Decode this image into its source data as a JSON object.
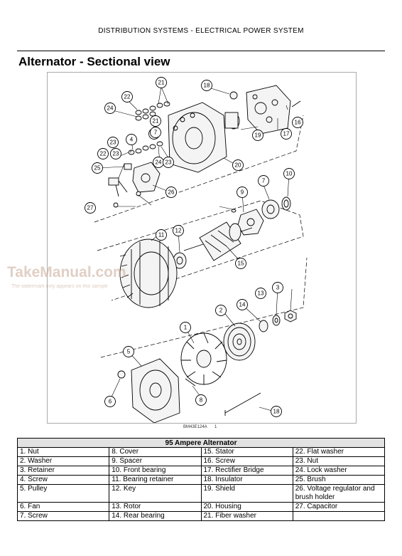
{
  "header": "DISTRIBUTION SYSTEMS - ELECTRICAL POWER SYSTEM",
  "title": "Alternator - Sectional view",
  "watermark": "TakeManual.com",
  "watermark_sub": "The watermark only appears on this sample",
  "figure_code": "BM43E124A",
  "figure_number": "1",
  "callouts": [
    "21",
    "22",
    "24",
    "23",
    "18",
    "17",
    "16",
    "19",
    "20",
    "25",
    "26",
    "27",
    "7",
    "10",
    "9",
    "11",
    "12",
    "15",
    "14",
    "13",
    "3",
    "2",
    "1",
    "5",
    "6",
    "8",
    "18",
    "7",
    "4",
    "23",
    "22",
    "24",
    "23",
    "21",
    "23"
  ],
  "table": {
    "title": "95 Ampere Alternator",
    "rows": [
      [
        "1. Nut",
        "8. Cover",
        "15. Stator",
        "22. Flat washer"
      ],
      [
        "2. Washer",
        "9. Spacer",
        "16. Screw",
        "23. Nut"
      ],
      [
        "3. Retainer",
        "10. Front bearing",
        "17. Rectifier Bridge",
        "24. Lock washer"
      ],
      [
        "4. Screw",
        "11. Bearing retainer",
        "18. Insulator",
        "25. Brush"
      ],
      [
        "5. Pulley",
        "12. Key",
        "19. Shield",
        "26. Voltage regulator and brush holder"
      ],
      [
        "6. Fan",
        "13. Rotor",
        "20. Housing",
        "27. Capacitor"
      ],
      [
        "7. Screw",
        "14. Rear bearing",
        "21. Fiber washer",
        ""
      ]
    ]
  }
}
